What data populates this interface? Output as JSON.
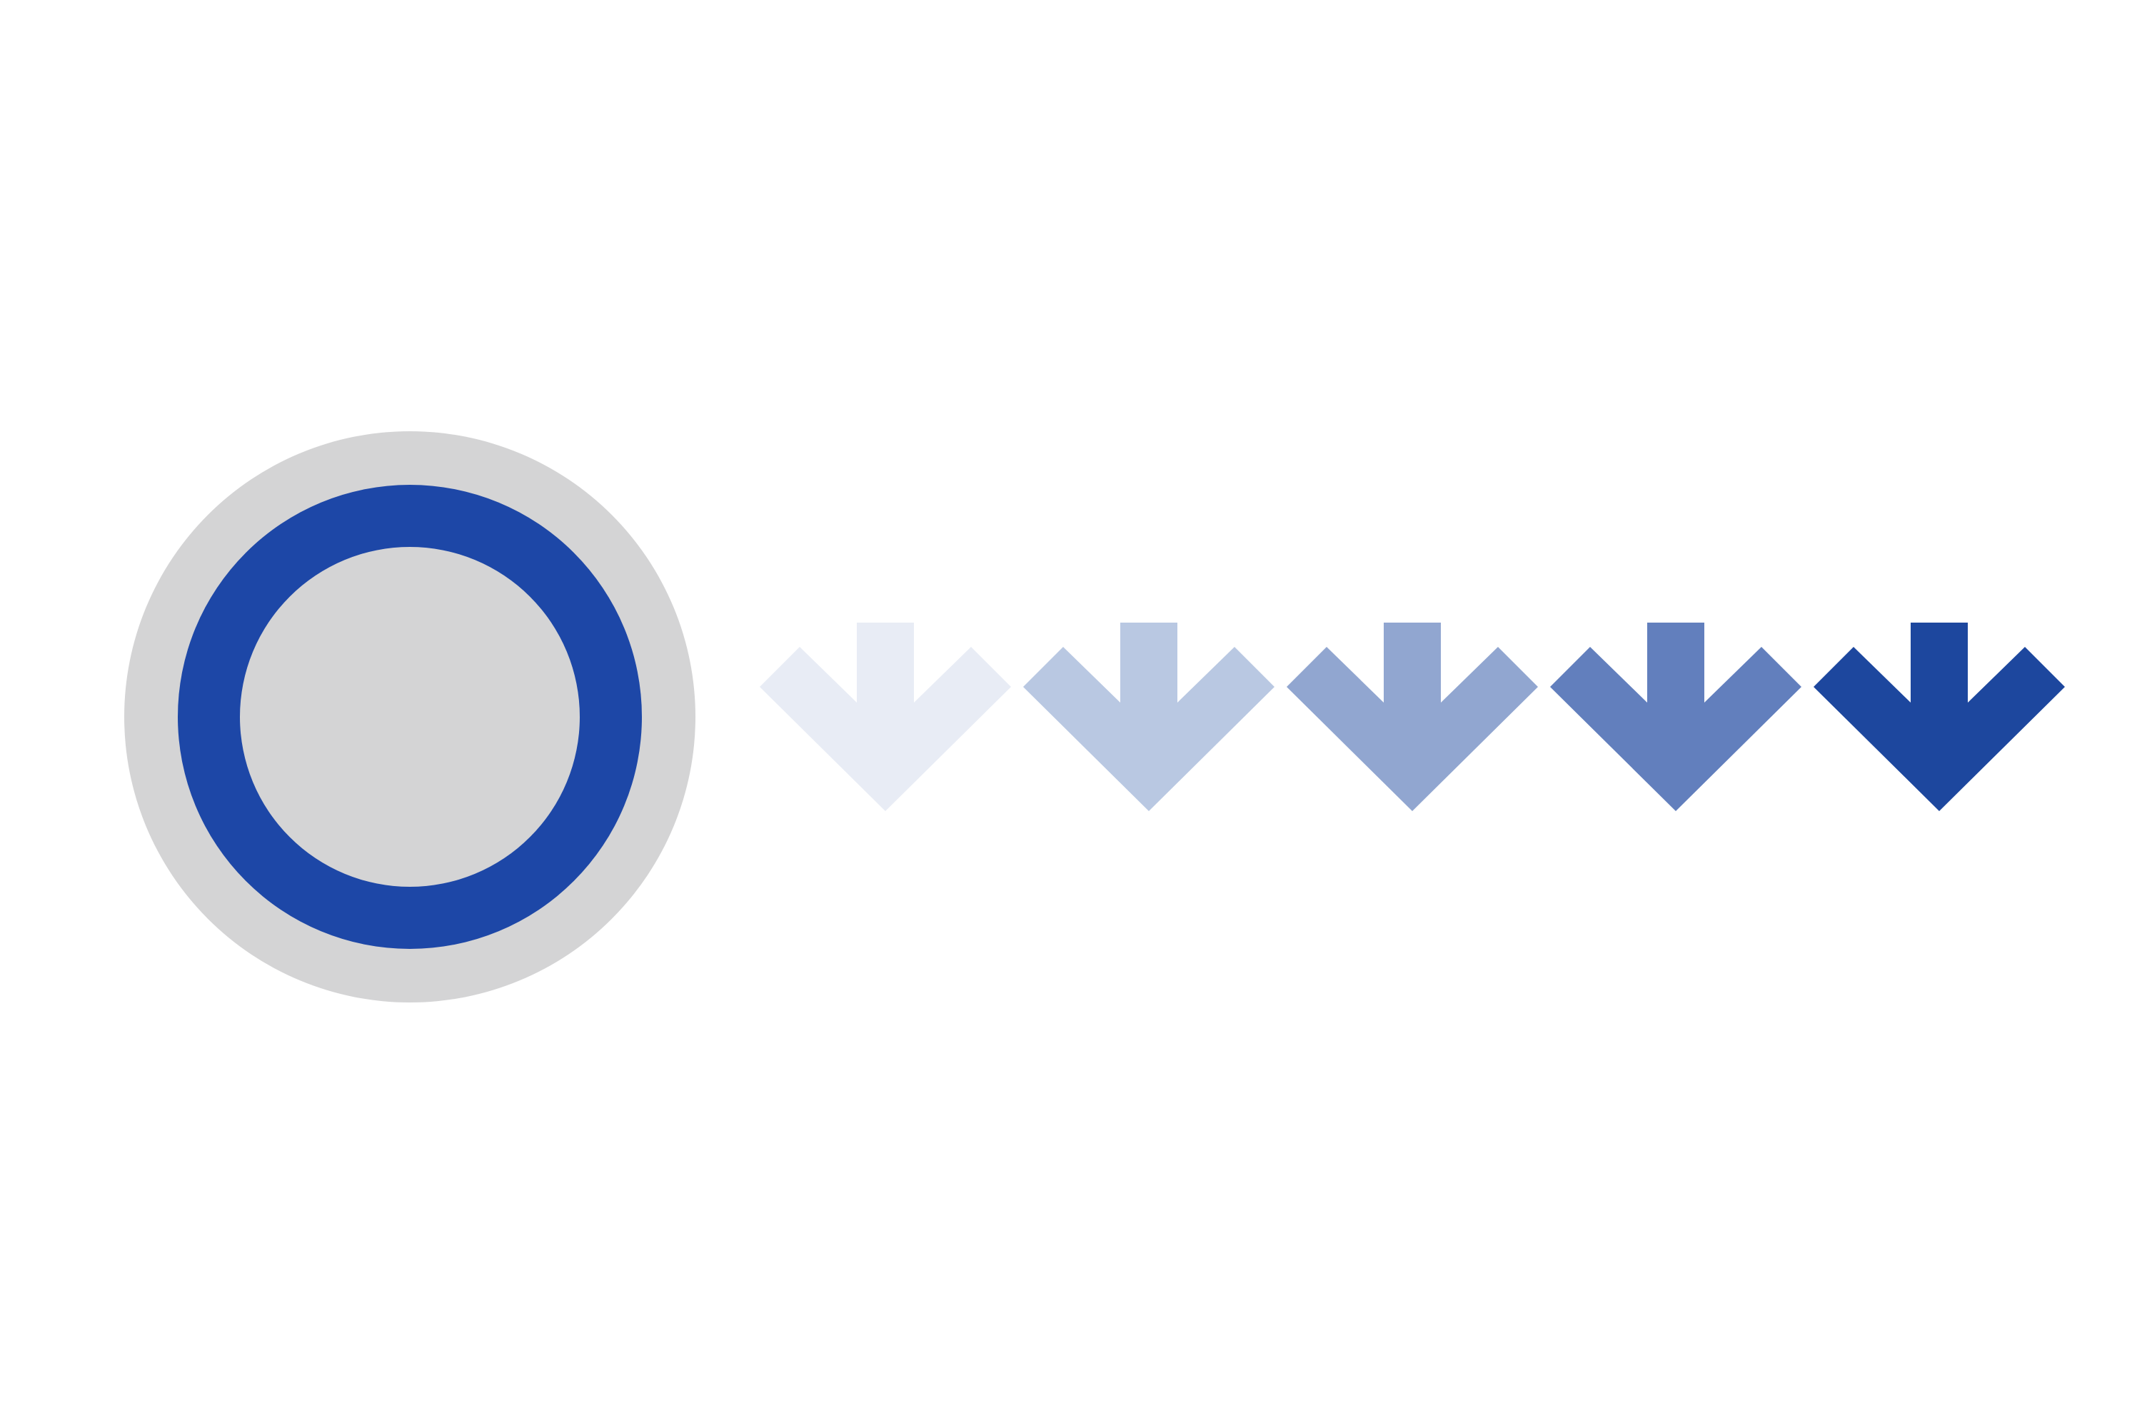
{
  "colors": {
    "background": "#ffffff",
    "outer_disc": "#d4d4d5",
    "ring": "#1d47a7",
    "inner_disc": "#d4d4d5"
  },
  "icons": {
    "target": "target-ring-icon",
    "arrow": "arrow-down-icon"
  },
  "arrows": [
    {
      "name": "arrow-down-icon-1",
      "color": "#e8ecf5"
    },
    {
      "name": "arrow-down-icon-2",
      "color": "#b9c8e2"
    },
    {
      "name": "arrow-down-icon-3",
      "color": "#91a6d0"
    },
    {
      "name": "arrow-down-icon-4",
      "color": "#627fbd"
    },
    {
      "name": "arrow-down-icon-5",
      "color": "#1d479e"
    }
  ]
}
